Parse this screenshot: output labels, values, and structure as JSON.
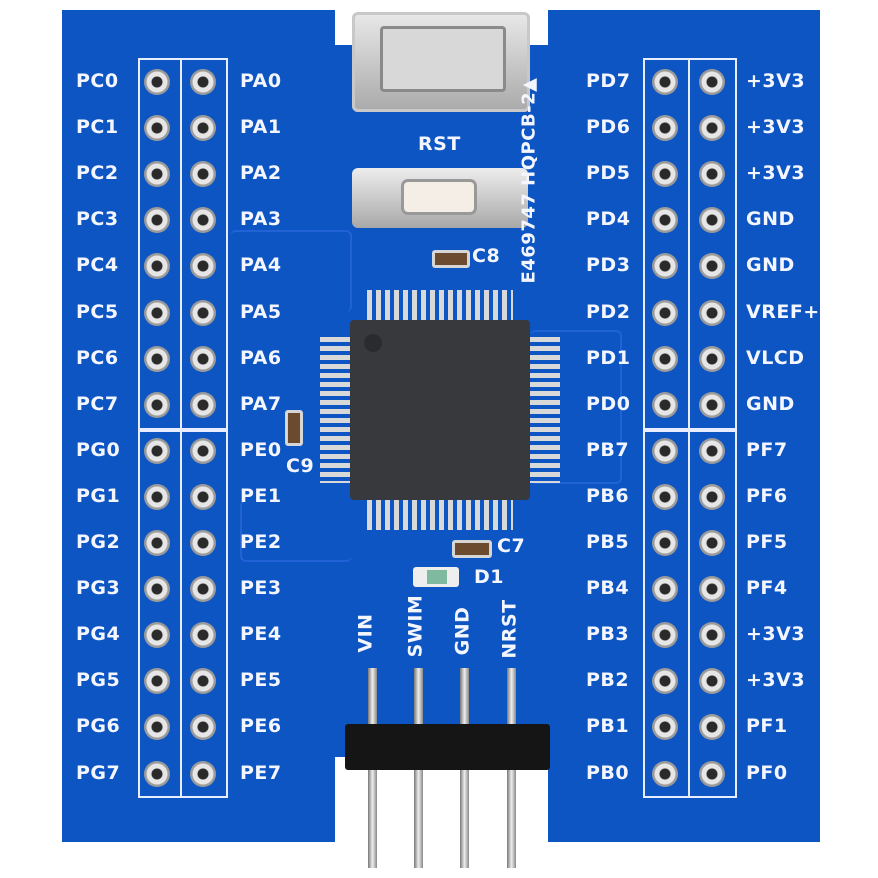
{
  "board": {
    "model_text": "E469747 HQPCB-2▲",
    "rst_label": "RST",
    "c8_label": "C8",
    "c9_label": "C9",
    "c7_label": "C7",
    "d1_label": "D1",
    "header_labels": [
      "VIN",
      "SWIM",
      "GND",
      "NRST"
    ],
    "colors": {
      "pcb": "#0d55c2",
      "silkscreen": "#f4f6ff",
      "chip": "#38393d"
    }
  },
  "pins": {
    "left_outer": [
      "PC0",
      "PC1",
      "PC2",
      "PC3",
      "PC4",
      "PC5",
      "PC6",
      "PC7",
      "PG0",
      "PG1",
      "PG2",
      "PG3",
      "PG4",
      "PG5",
      "PG6",
      "PG7"
    ],
    "left_inner": [
      "PA0",
      "PA1",
      "PA2",
      "PA3",
      "PA4",
      "PA5",
      "PA6",
      "PA7",
      "PE0",
      "PE1",
      "PE2",
      "PE3",
      "PE4",
      "PE5",
      "PE6",
      "PE7"
    ],
    "right_inner": [
      "PD7",
      "PD6",
      "PD5",
      "PD4",
      "PD3",
      "PD2",
      "PD1",
      "PD0",
      "PB7",
      "PB6",
      "PB5",
      "PB4",
      "PB3",
      "PB2",
      "PB1",
      "PB0"
    ],
    "right_outer": [
      "+3V3",
      "+3V3",
      "+3V3",
      "GND",
      "GND",
      "VREF+",
      "VLCD",
      "GND",
      "PF7",
      "PF6",
      "PF5",
      "PF4",
      "+3V3",
      "+3V3",
      "PF1",
      "PF0"
    ]
  }
}
